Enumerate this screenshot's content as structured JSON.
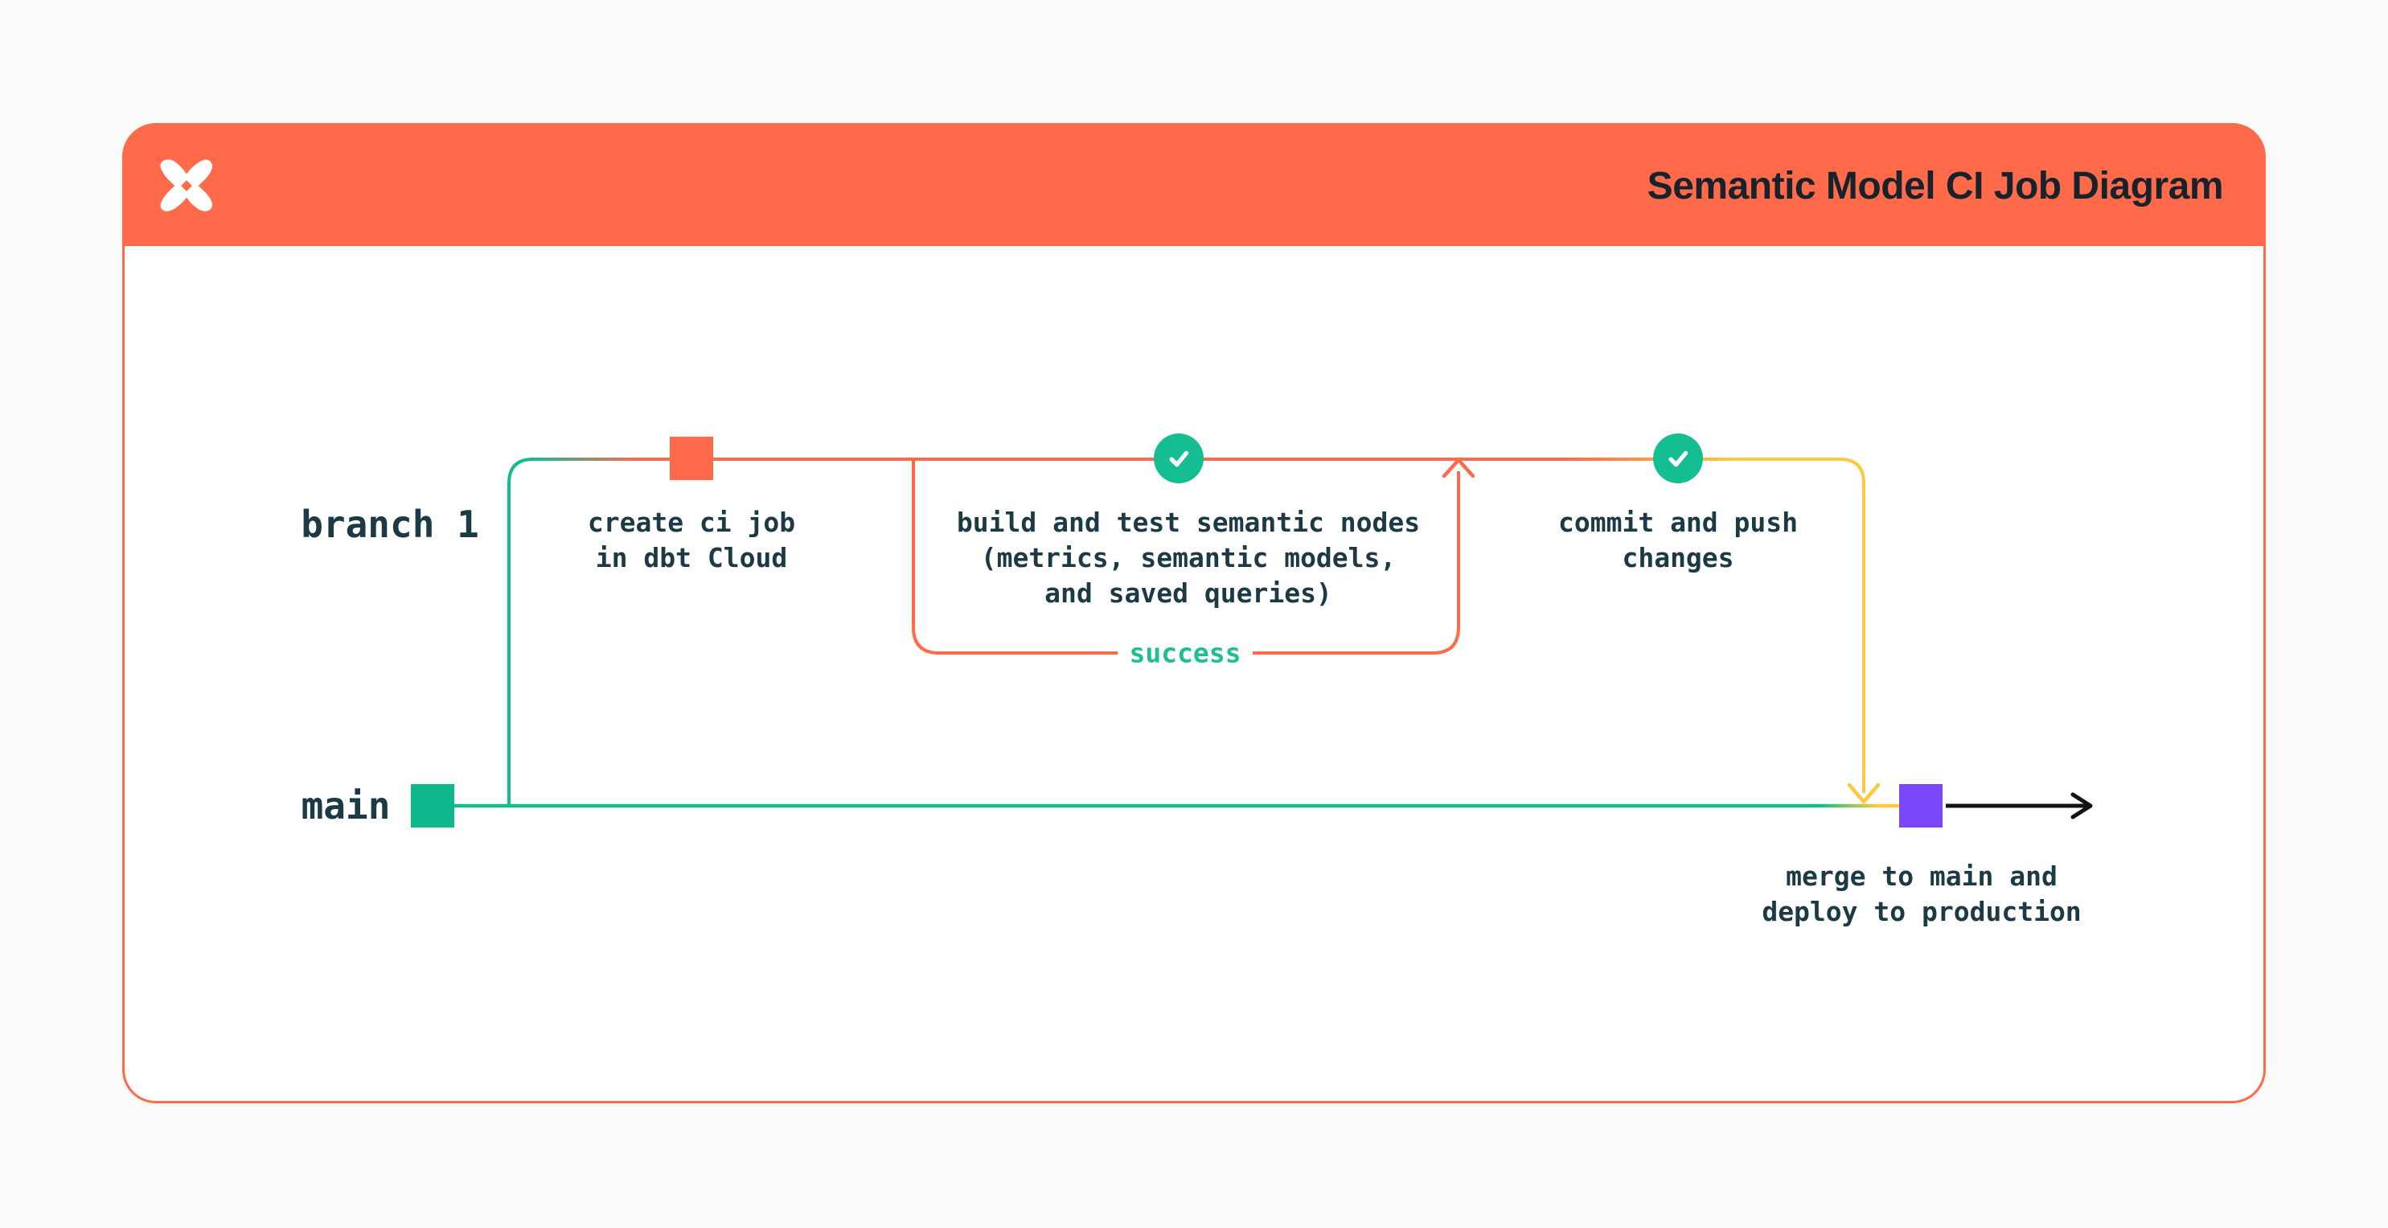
{
  "header": {
    "title": "Semantic Model CI Job Diagram",
    "background": "#FF6A4B"
  },
  "icons": {
    "logo": "dbt-logo-icon",
    "check": "success-check-icon"
  },
  "diagram": {
    "branch_label": "branch 1",
    "main_label": "main",
    "success_label": "success",
    "steps": {
      "create_ci": {
        "lines": [
          "create ci job",
          "in dbt Cloud"
        ]
      },
      "build_test": {
        "lines": [
          "build and test semantic nodes",
          "(metrics, semantic models,",
          "and saved queries)"
        ]
      },
      "commit_push": {
        "lines": [
          "commit and push",
          "changes"
        ]
      },
      "merge_deploy": {
        "lines": [
          "merge to main and",
          "deploy to production"
        ]
      }
    },
    "colors": {
      "orange": "#FF6A4B",
      "green": "#13BC90",
      "yellow": "#FFC93D",
      "purple": "#7B46F8",
      "ink": "#1C3A46",
      "black": "#131313"
    }
  }
}
